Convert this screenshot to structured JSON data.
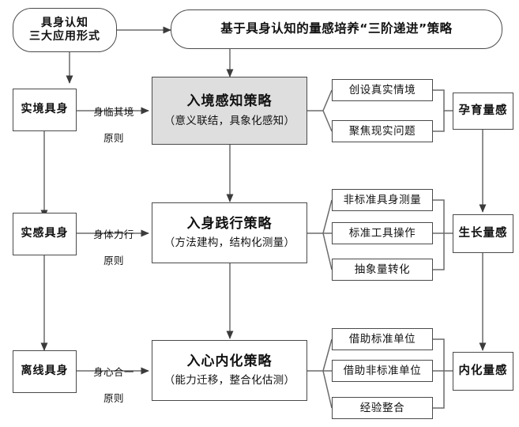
{
  "diagram": {
    "title": "基于具身认知的量感培养“三阶递进”策略",
    "source_node": "具身认知\n三大应用形式",
    "source_line1": "具身认知",
    "source_line2": "三大应用形式",
    "colors": {
      "stroke": "#4a4a4a",
      "text": "#111111",
      "shaded_fill": "#dedede",
      "plain_fill": "#ffffff"
    }
  },
  "levels": [
    {
      "embodiment": "实境具身",
      "principle_line1": "身临其境",
      "principle_line2": "原则",
      "strategy_title": "入境感知策略",
      "strategy_sub": "（意义联结，具象化感知）",
      "strategy_shaded": true,
      "methods": [
        "创设真实情境",
        "聚焦现实问题"
      ],
      "outcome": "孕育量感"
    },
    {
      "embodiment": "实感具身",
      "principle_line1": "身体力行",
      "principle_line2": "原则",
      "strategy_title": "入身践行策略",
      "strategy_sub": "（方法建构，结构化测量）",
      "strategy_shaded": false,
      "methods": [
        "非标准具身测量",
        "标准工具操作",
        "抽象量转化"
      ],
      "outcome": "生长量感"
    },
    {
      "embodiment": "离线具身",
      "principle_line1": "身心合一",
      "principle_line2": "原则",
      "strategy_title": "入心内化策略",
      "strategy_sub": "（能力迁移，整合化估测）",
      "strategy_shaded": false,
      "methods": [
        "借助标准单位",
        "借助非标准单位",
        "经验整合"
      ],
      "outcome": "内化量感"
    }
  ]
}
